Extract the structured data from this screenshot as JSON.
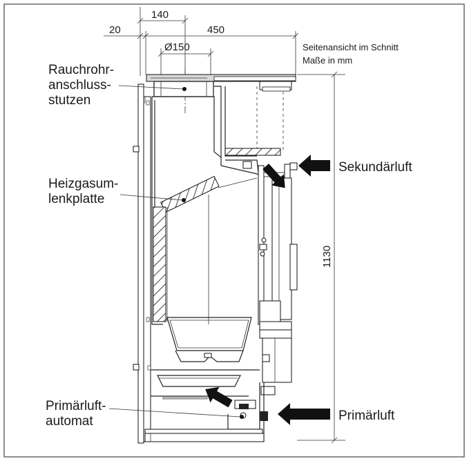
{
  "header": {
    "view_title": "Seitenansicht im Schnitt",
    "units": "Maße in mm"
  },
  "dimensions": {
    "d140": "140",
    "d20": "20",
    "d450": "450",
    "diameter": "Ø150",
    "height": "1130"
  },
  "labels": {
    "rauchrohr": [
      "Rauchrohr-",
      "anschluss-",
      "stutzen"
    ],
    "heizgas": [
      "Heizgasum-",
      "lenkplatte"
    ],
    "primaerluft_automat": [
      "Primärluft-",
      "automat"
    ],
    "sekundaerluft": "Sekundärluft",
    "primaerluft": "Primärluft"
  },
  "colors": {
    "line": "#111111",
    "arrow": "#111111",
    "wall_fill": "#d9d9d9",
    "frame": "#444444"
  }
}
